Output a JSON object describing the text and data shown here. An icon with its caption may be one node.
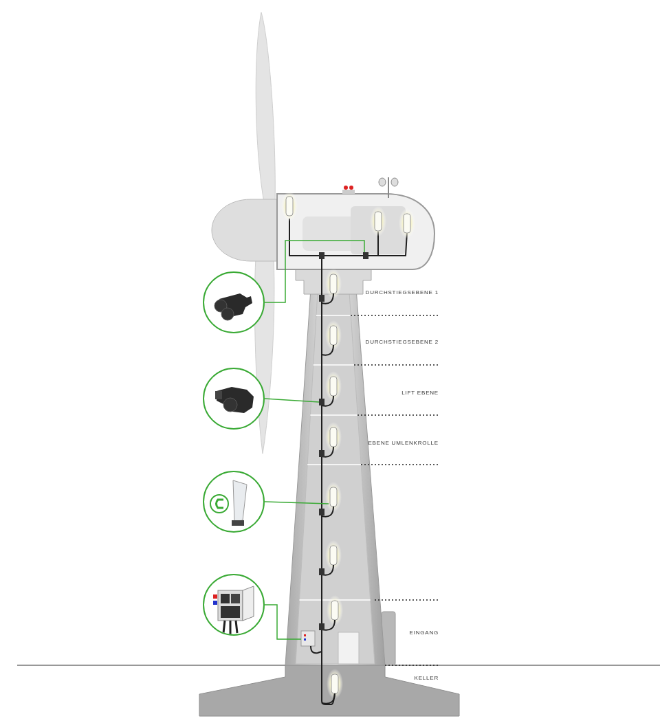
{
  "diagram": {
    "nodes": [
      {
        "text": [],
        "shape": "picture"
      },
      {
        "text": [],
        "shape": "picture"
      },
      {
        "text": [],
        "shape": "picture"
      },
      {
        "text": [],
        "shape": "picture"
      }
    ],
    "edges": [
      {
        "from": 0,
        "to": null,
        "arrow": "none"
      },
      {
        "from": 1,
        "to": null,
        "arrow": "none"
      },
      {
        "from": 2,
        "to": null,
        "arrow": "none"
      },
      {
        "from": 3,
        "to": null,
        "arrow": "none"
      }
    ],
    "labels": [
      "DURCHSTIEGSEBENE 1",
      "DURCHSTIEGSEBENE 2",
      "LIFT EBENE",
      "EBENE UMLENKROLLE",
      "EINGANG",
      "KELLER"
    ]
  }
}
